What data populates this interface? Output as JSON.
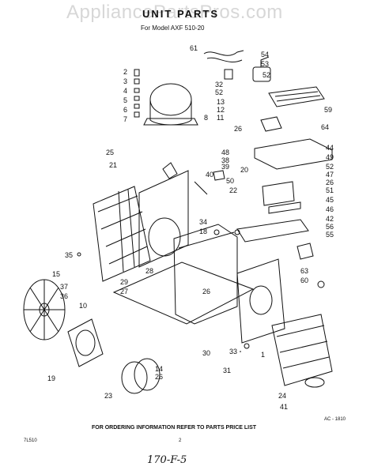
{
  "watermark": "AppliancePartsPros.com",
  "title": "UNIT PARTS",
  "subtitle": "For Model AXF 510-20",
  "footer_note": "FOR ORDERING INFORMATION REFER TO PARTS PRICE LIST",
  "page_code": "7L510",
  "page_number": "2",
  "handwritten_note": "170-F-5",
  "ref_code": "AC - 1810",
  "callouts": [
    "61",
    "54",
    "53",
    "52",
    "2",
    "3",
    "4",
    "5",
    "6",
    "7",
    "32",
    "52",
    "13",
    "12",
    "11",
    "8",
    "59",
    "26",
    "64",
    "48",
    "38",
    "39",
    "40",
    "20",
    "50",
    "22",
    "25",
    "21",
    "44",
    "49",
    "52",
    "47",
    "26",
    "51",
    "45",
    "46",
    "42",
    "34",
    "18",
    "35",
    "56",
    "55",
    "15",
    "28",
    "29",
    "27",
    "37",
    "36",
    "63",
    "60",
    "26",
    "10",
    "30",
    "33",
    "31",
    "1",
    "14",
    "26",
    "19",
    "23",
    "24",
    "41"
  ]
}
